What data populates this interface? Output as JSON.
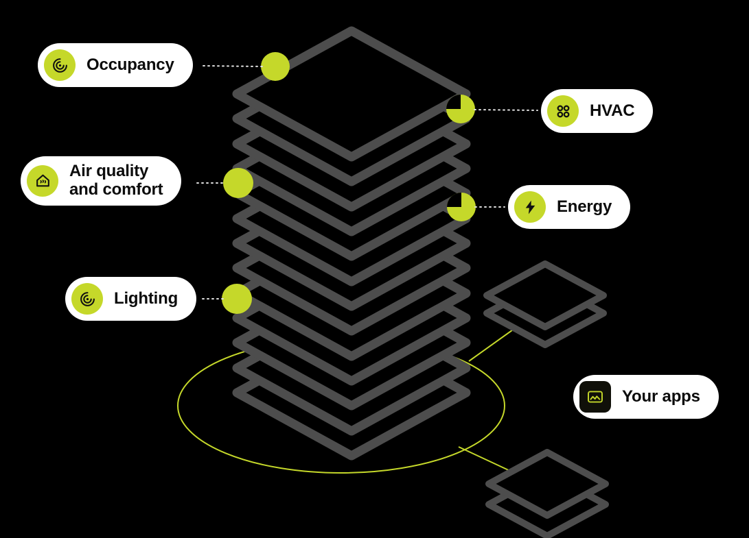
{
  "canvas": {
    "background": "#000000"
  },
  "palette": {
    "accent": "#c5d82a",
    "tower_stroke": "#4d4d4d",
    "pill_background": "#ffffff",
    "pill_text": "#0c0c0c",
    "dotted_connector": "#e0e0e0",
    "apps_icon_background": "#101009"
  },
  "labels": {
    "occupancy": {
      "text": "Occupancy",
      "icon": "occupancy-rings-icon"
    },
    "hvac": {
      "text": "HVAC",
      "icon": "hvac-vents-icon"
    },
    "air_quality": {
      "line1": "Air quality",
      "line2": "and comfort",
      "icon": "air-quality-house-icon"
    },
    "energy": {
      "text": "Energy",
      "icon": "energy-bolt-icon"
    },
    "lighting": {
      "text": "Lighting",
      "icon": "lighting-rings-icon"
    },
    "your_apps": {
      "text": "Your apps",
      "icon": "your-apps-image-icon"
    }
  }
}
